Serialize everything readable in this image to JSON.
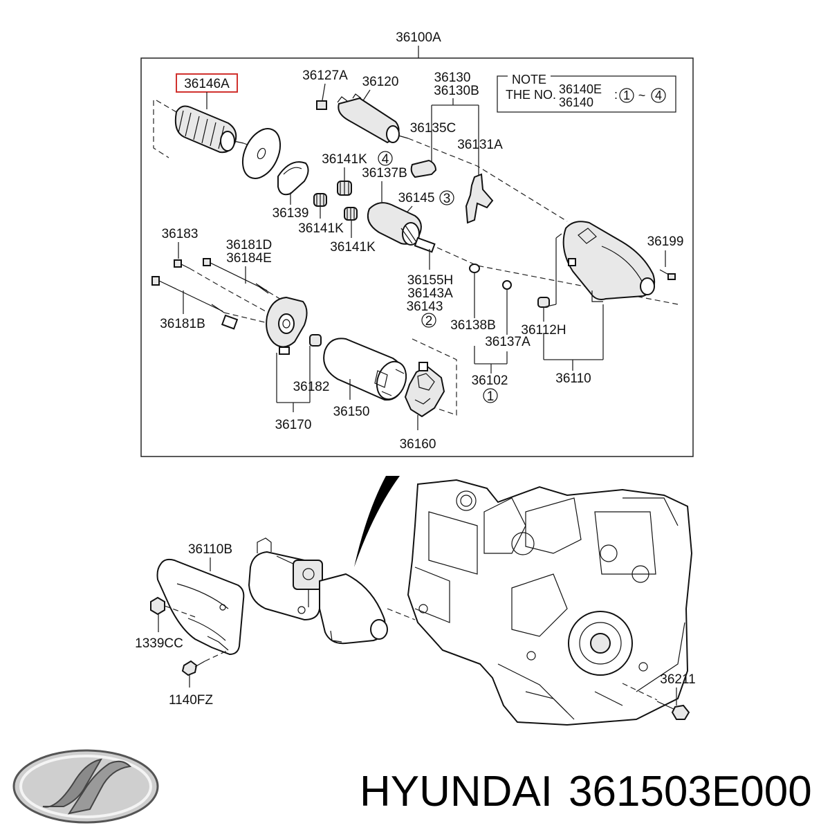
{
  "diagram": {
    "assembly_label": "36100A",
    "highlight_label": "36146A",
    "note": {
      "title": "NOTE",
      "line_prefix": "THE NO.",
      "part_a": "36140E",
      "part_b": "36140",
      "range_start": "1",
      "range_sep": "~",
      "range_end": "4"
    },
    "labels": {
      "l36127a": "36127A",
      "l36120": "36120",
      "l36130": "36130",
      "l36130b": "36130B",
      "l36135c": "36135C",
      "l36131a": "36131A",
      "l36141k_top": "36141K",
      "c4": "4",
      "l36137b": "36137B",
      "l36145": "36145",
      "c3": "3",
      "l36139": "36139",
      "l36141k_mid": "36141K",
      "l36141k_bot": "36141K",
      "l36183": "36183",
      "l36181d": "36181D",
      "l36184e": "36184E",
      "l36181b": "36181B",
      "l36155h": "36155H",
      "l36143a": "36143A",
      "l36143": "36143",
      "c2": "2",
      "l36199": "36199",
      "l36138b": "36138B",
      "l36137a": "36137A",
      "l36112h": "36112H",
      "l36102": "36102",
      "c1": "1",
      "l36110": "36110",
      "l36182": "36182",
      "l36150": "36150",
      "l36170": "36170",
      "l36160": "36160",
      "l36110b": "36110B",
      "l1339cc": "1339CC",
      "l1140fz": "1140FZ",
      "l36211": "36211"
    }
  },
  "brand": {
    "name": "HYUNDAI",
    "part_number": "361503E000",
    "logo_icon": "hyundai-logo-icon"
  },
  "colors": {
    "highlight_box": "#d0312d",
    "line": "#222222",
    "text": "#111111"
  }
}
